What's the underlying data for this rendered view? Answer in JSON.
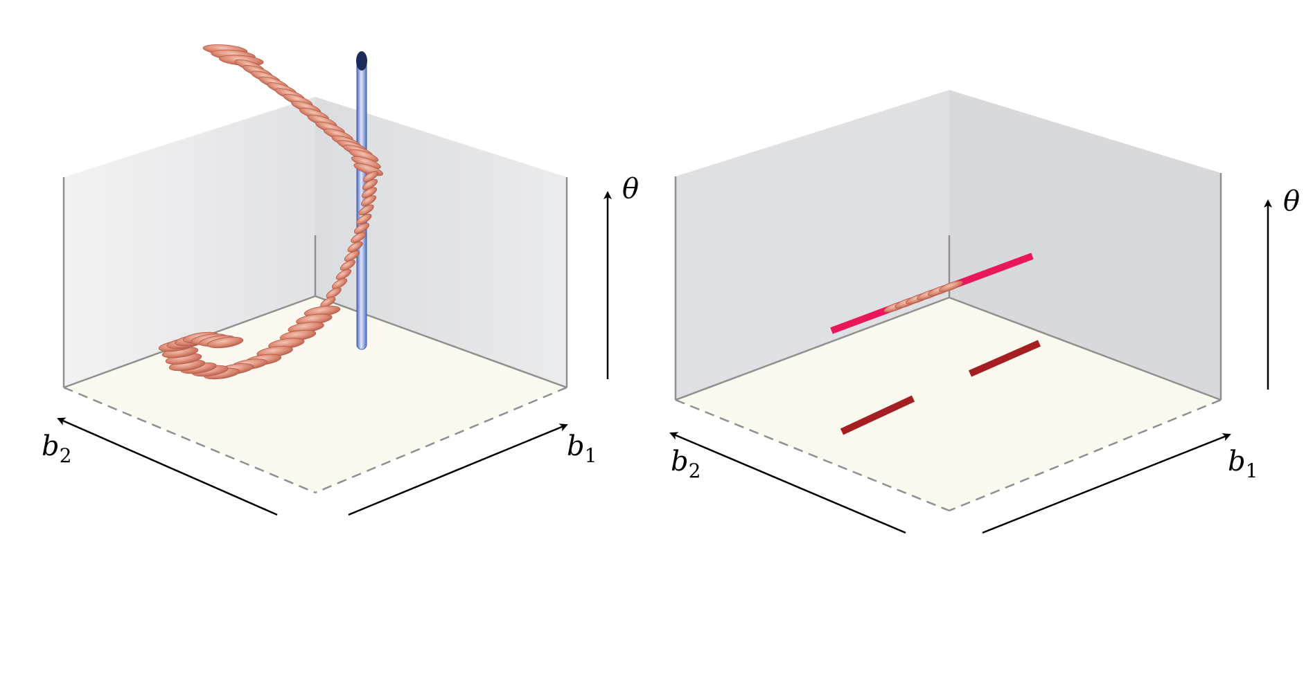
{
  "panels": [
    {
      "id": "left",
      "axis_labels": {
        "b1": "b",
        "b1_sub": "1",
        "b2": "b",
        "b2_sub": "2",
        "theta": "θ"
      }
    },
    {
      "id": "right",
      "axis_labels": {
        "b1": "b",
        "b1_sub": "1",
        "b2": "b",
        "b2_sub": "2",
        "theta": "θ"
      }
    }
  ],
  "colors": {
    "wall": "#dcdde0",
    "floor": "#fbf8ef",
    "edge": "#8f8f8f",
    "ellipse_fill": "#d9836e",
    "ellipse_dark": "#b55a47",
    "rod": "#6f8fd6",
    "rod_tip": "#1c2a5a",
    "pink_bar": "#e8185a",
    "dark_bar": "#a51e22"
  }
}
